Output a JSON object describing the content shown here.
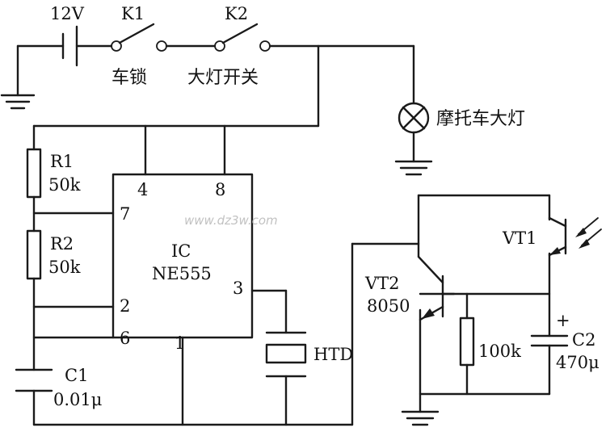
{
  "labels": {
    "battery": "12V",
    "k1": "K1",
    "k2": "K2",
    "k1_desc": "车锁",
    "k2_desc": "大灯开关",
    "lamp_desc": "摩托车大灯",
    "r1": "R1",
    "r1_val": "50k",
    "r2": "R2",
    "r2_val": "50k",
    "ic": "IC",
    "ic_model": "NE555",
    "pin4": "4",
    "pin8": "8",
    "pin7": "7",
    "pin2": "2",
    "pin6": "6",
    "pin1": "1",
    "pin3": "3",
    "htd": "HTD",
    "c1": "C1",
    "c1_val": "0.01μ",
    "vt1": "VT1",
    "vt2": "VT2",
    "vt2_model": "8050",
    "r3_val": "100k",
    "c2": "C2",
    "c2_val": "470μ",
    "c2_polarity": "+",
    "watermark": "www.dz3w.com"
  }
}
